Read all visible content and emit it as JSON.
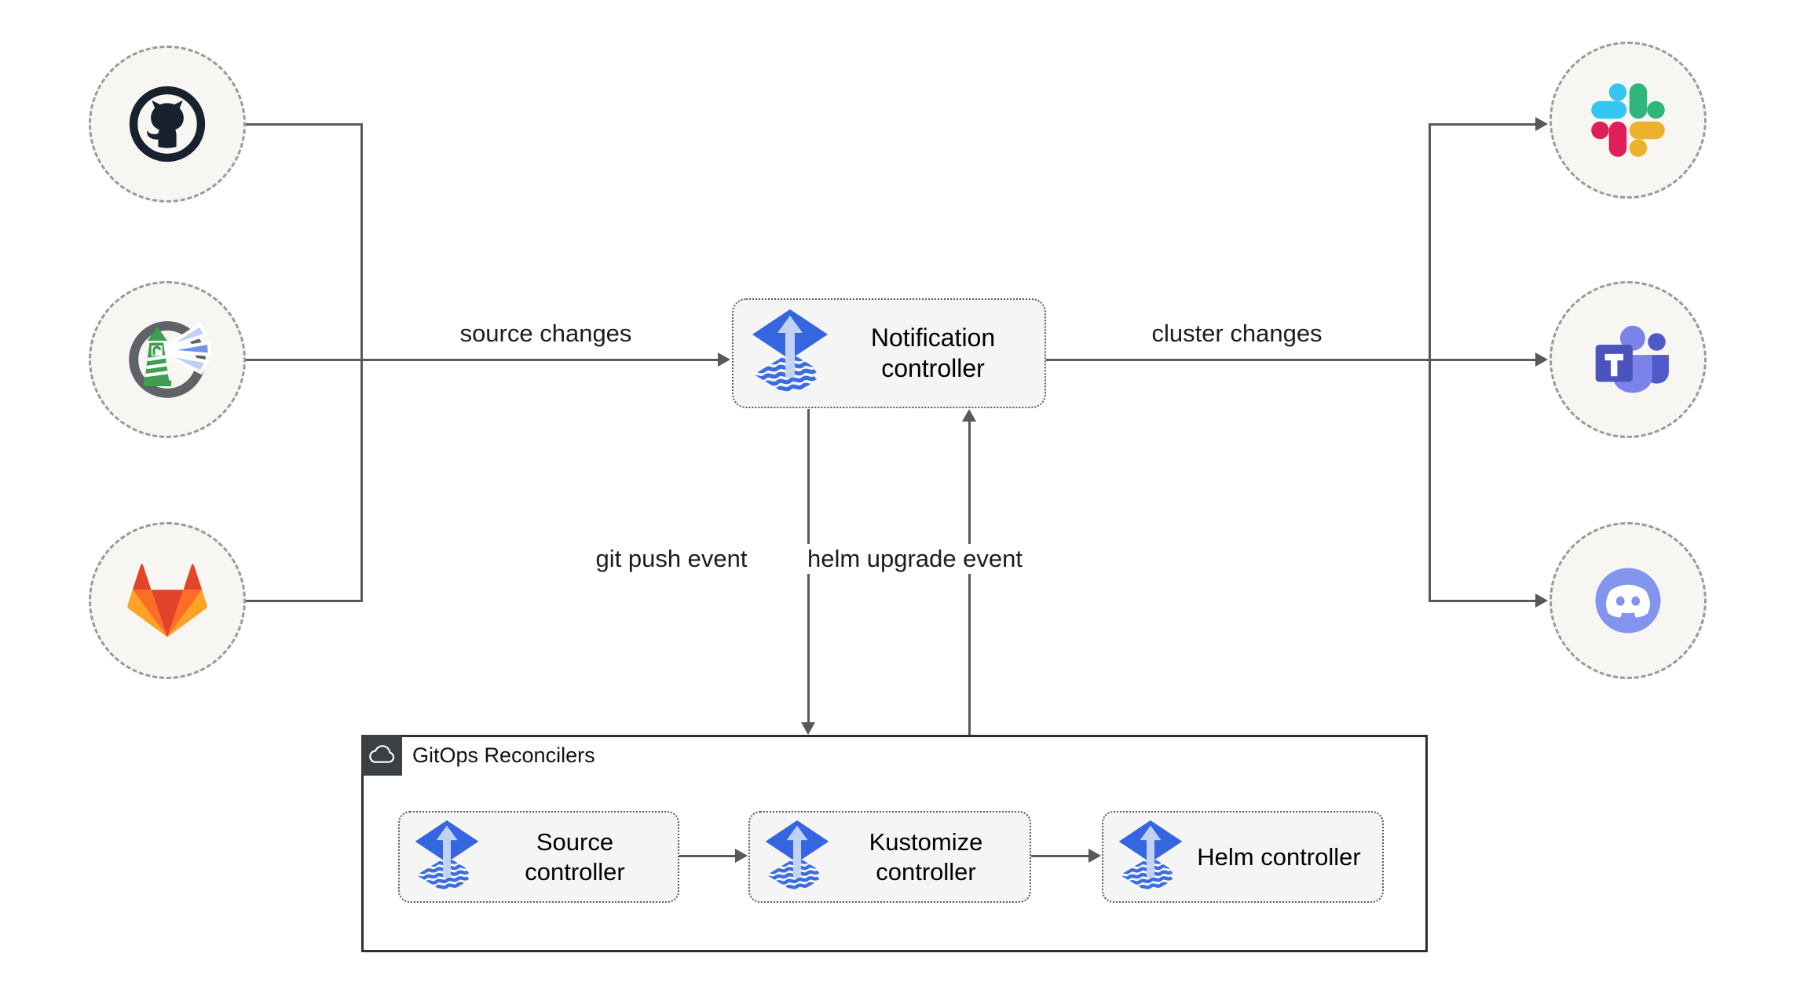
{
  "diagram": {
    "nodes": {
      "notification_controller": "Notification controller",
      "source_controller": "Source controller",
      "kustomize_controller": "Kustomize controller",
      "helm_controller": "Helm controller"
    },
    "group": {
      "label": "GitOps Reconcilers"
    },
    "edges": {
      "source_changes": "source changes",
      "cluster_changes": "cluster changes",
      "git_push_event": "git push event",
      "helm_upgrade_event": "helm upgrade event"
    },
    "icons": {
      "sources": [
        "github-icon",
        "harbor-icon",
        "gitlab-icon"
      ],
      "targets": [
        "slack-icon",
        "microsoft-teams-icon",
        "discord-icon"
      ],
      "controller_badge": "flux-icon",
      "group_badge": "cloud-icon"
    },
    "colors": {
      "edge_line": "#595959",
      "node_fill": "#f5f5f5",
      "circle_fill": "#f7f6f2",
      "flux_blue": "#3566df",
      "container_border": "#2f2f2f",
      "badge_bg": "#3b4045",
      "slack": [
        "#36C5F0",
        "#2EB67D",
        "#E01E5A",
        "#ECB22E"
      ],
      "gitlab": [
        "#e24329",
        "#fc6d26",
        "#fca326"
      ],
      "teams": [
        "#4B53BC",
        "#7B83EB",
        "#5059C9"
      ],
      "discord": "#8394EE",
      "harbor_green": "#3d9e50",
      "github_dark": "#18222f"
    }
  }
}
